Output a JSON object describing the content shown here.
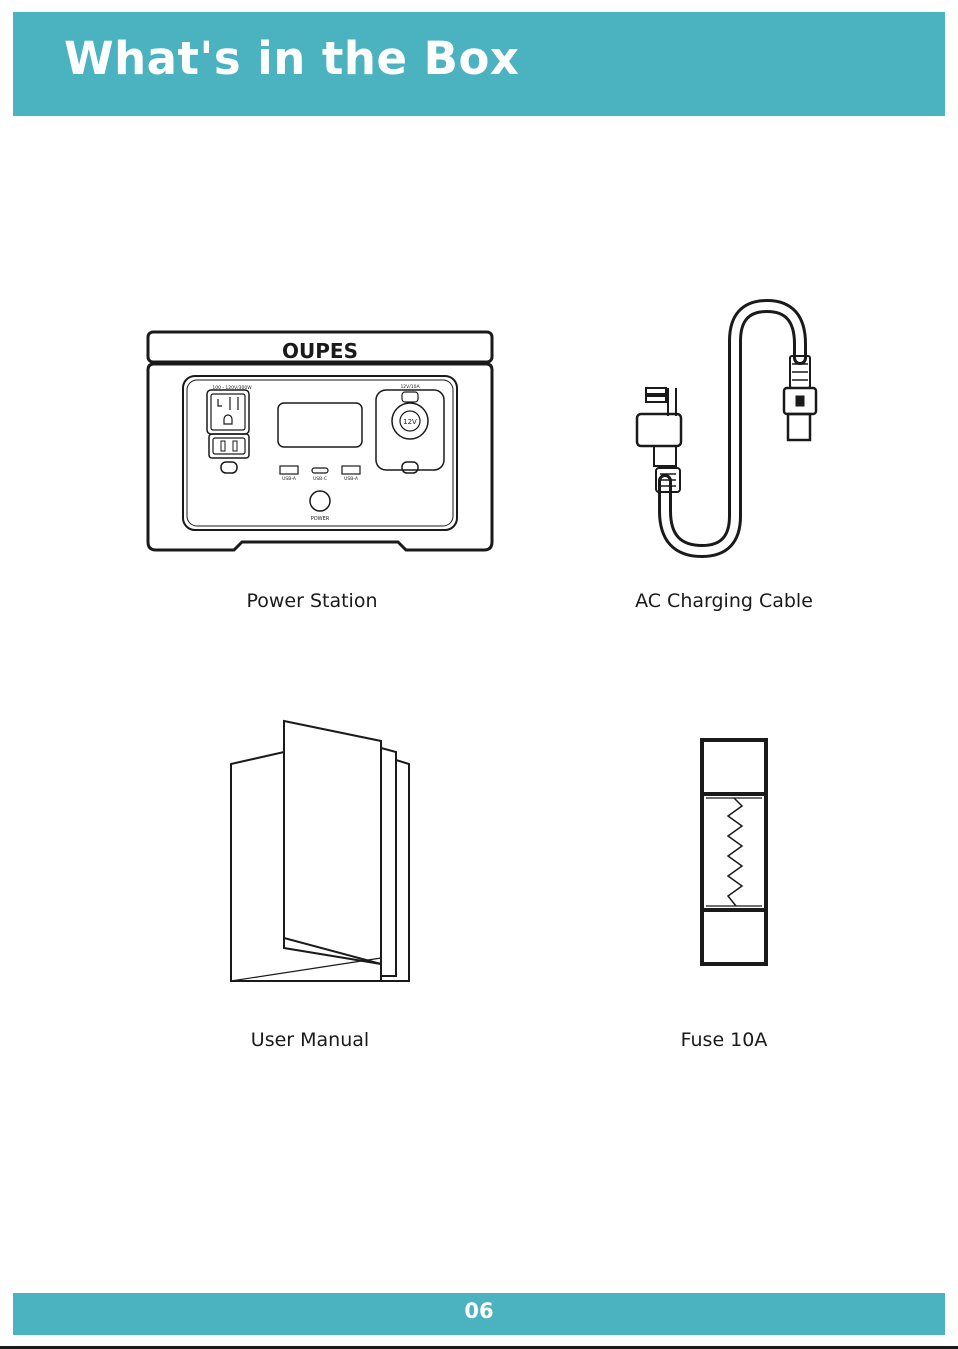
{
  "header": {
    "title": "What's in the Box"
  },
  "items": [
    {
      "caption": "Power Station",
      "brand": "OUPES",
      "ac_rating": "100 - 120V/300W",
      "dc_rating": "12V/10A",
      "car_socket_label": "12V",
      "port_labels": [
        "USB-A",
        "USB-C",
        "USB-A"
      ],
      "power_label": "POWER"
    },
    {
      "caption": "AC Charging Cable"
    },
    {
      "caption": "User Manual"
    },
    {
      "caption": "Fuse 10A"
    }
  ],
  "footer": {
    "page_number": "06"
  },
  "colors": {
    "accent": "#4bb3bf",
    "line": "#1a1a1a",
    "text": "#1a1a1a"
  }
}
